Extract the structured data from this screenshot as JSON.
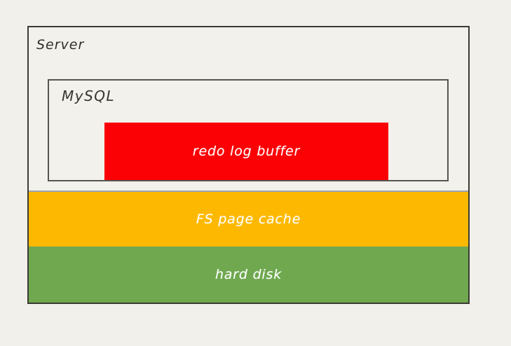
{
  "page": {
    "background": "#f2f0ea",
    "outer_border_color": "#3c3a34",
    "inner_border_color": "#57554f"
  },
  "diagram": {
    "server": {
      "label": "Server",
      "text_color": "#2e2d29"
    },
    "mysql": {
      "label": "MySQL",
      "text_color": "#36342f"
    },
    "redo_log_buffer": {
      "label": "redo log buffer",
      "fill": "#fb0105",
      "text_color": "#ffffff"
    },
    "fs_page_cache": {
      "label": "FS page cache",
      "fill": "#fdb902",
      "text_color": "#ffffff"
    },
    "hard_disk": {
      "label": "hard disk",
      "fill": "#6fa84f",
      "text_color": "#ffffff"
    }
  }
}
